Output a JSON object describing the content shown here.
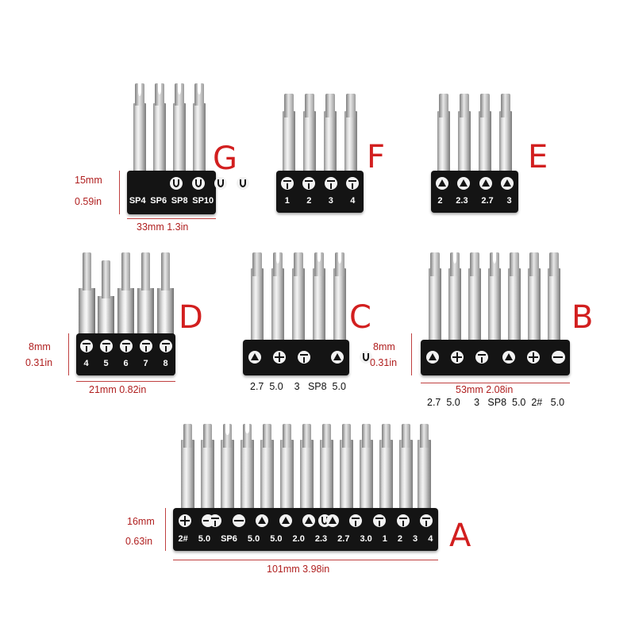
{
  "sets": {
    "G": {
      "letter": "G",
      "labels": [
        "SP4",
        "SP6",
        "SP8",
        "SP10"
      ],
      "height": {
        "mm": "15mm",
        "in": "0.59in"
      },
      "width": {
        "mm": "33mm",
        "in": "1.3in"
      }
    },
    "F": {
      "letter": "F",
      "labels": [
        "1",
        "2",
        "3",
        "4"
      ]
    },
    "E": {
      "letter": "E",
      "labels": [
        "2",
        "2.3",
        "2.7",
        "3"
      ]
    },
    "D": {
      "letter": "D",
      "labels": [
        "4",
        "5",
        "6",
        "7",
        "8"
      ],
      "height": {
        "mm": "8mm",
        "in": "0.31in"
      },
      "width": {
        "mm": "21mm",
        "in": "0.82in"
      }
    },
    "C": {
      "letter": "C",
      "labels_below": "2.7  5.0    3   SP8  5.0"
    },
    "B": {
      "letter": "B",
      "height": {
        "mm": "8mm",
        "in": "0.31in"
      },
      "width": {
        "mm": "53mm",
        "in": "2.08in"
      },
      "labels_below": "2.7  5.0     3   SP8  5.0  2#   5.0"
    },
    "A": {
      "letter": "A",
      "labels": [
        "2#",
        "5.0",
        "SP6",
        "5.0",
        "5.0",
        "2.0",
        "2.3",
        "2.7",
        "3.0",
        "1",
        "2",
        "3",
        "4"
      ],
      "height": {
        "mm": "16mm",
        "in": "0.63in"
      },
      "width": {
        "mm": "101mm",
        "in": "3.98in"
      }
    }
  }
}
